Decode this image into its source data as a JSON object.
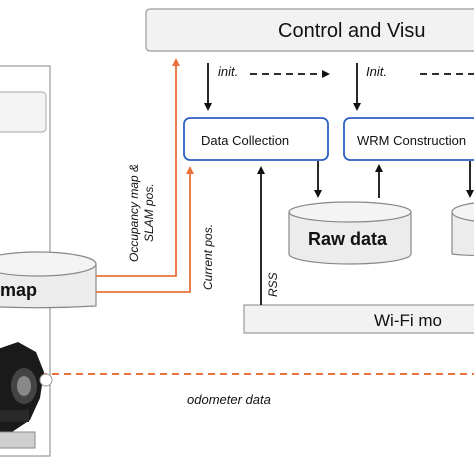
{
  "control_box": {
    "label": "Control and Visu"
  },
  "init_labels": [
    "init.",
    "Init."
  ],
  "modules": {
    "data_collection": "Data Collection",
    "wrm_construction": "WRM Construction"
  },
  "databases": {
    "raw_data": "Raw data"
  },
  "map_box": {
    "label": "map"
  },
  "wifi_module": {
    "label": "Wi-Fi mo"
  },
  "signal_labels": {
    "occupancy_line1": "Occupancy map &",
    "occupancy_line2": "SLAM pos.",
    "current_pos": "Current pos.",
    "rss": "RSS",
    "odometer": "odometer data"
  },
  "colors": {
    "accent_orange": "#e8703a",
    "module_border": "#2f5fc4",
    "box_border": "#9a9a9a",
    "box_fill": "#f2f2f2",
    "cylinder_fill": "#ececec",
    "robot_dark": "#1a1a1a"
  }
}
